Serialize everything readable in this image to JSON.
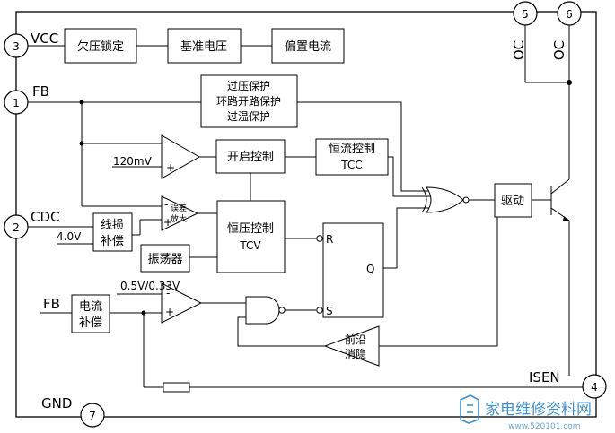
{
  "pins": {
    "vcc": {
      "num": "3",
      "label": "VCC"
    },
    "fb": {
      "num": "1",
      "label": "FB"
    },
    "cdc": {
      "num": "2",
      "label": "CDC"
    },
    "gnd": {
      "num": "7",
      "label": "GND"
    },
    "isen": {
      "num": "4",
      "label": "ISEN"
    },
    "oc1": {
      "num": "5",
      "label": "OC"
    },
    "oc2": {
      "num": "6",
      "label": "OC"
    }
  },
  "blocks": {
    "uvlo": "欠压锁定",
    "vref": "基准电压",
    "bias": "偏置电流",
    "prot_l1": "过压保护",
    "prot_l2": "环路开路保护",
    "prot_l3": "过温保护",
    "startup": "开启控制",
    "cc_l1": "恒流控制",
    "cc_sub": "TCC",
    "cv_l1": "恒压控制",
    "cv_sub": "TCV",
    "osc": "振荡器",
    "line_l1": "线损",
    "line_l2": "补偿",
    "cur_l1": "电流",
    "cur_l2": "补偿",
    "driver": "驱动",
    "leb_l1": "前沿",
    "leb_l2": "消隐",
    "ea_l1": "误差",
    "ea_l2": "放大"
  },
  "labels": {
    "v120": "120mV",
    "v4": "4.0V",
    "v05": "0.5V/0.33V",
    "fb_in": "FB",
    "ff_r": "R",
    "ff_s": "S",
    "ff_q": "Q",
    "minus": "-",
    "plus": "+"
  },
  "watermark": {
    "title": "家电维修资料网",
    "url": "www.520101.com"
  }
}
